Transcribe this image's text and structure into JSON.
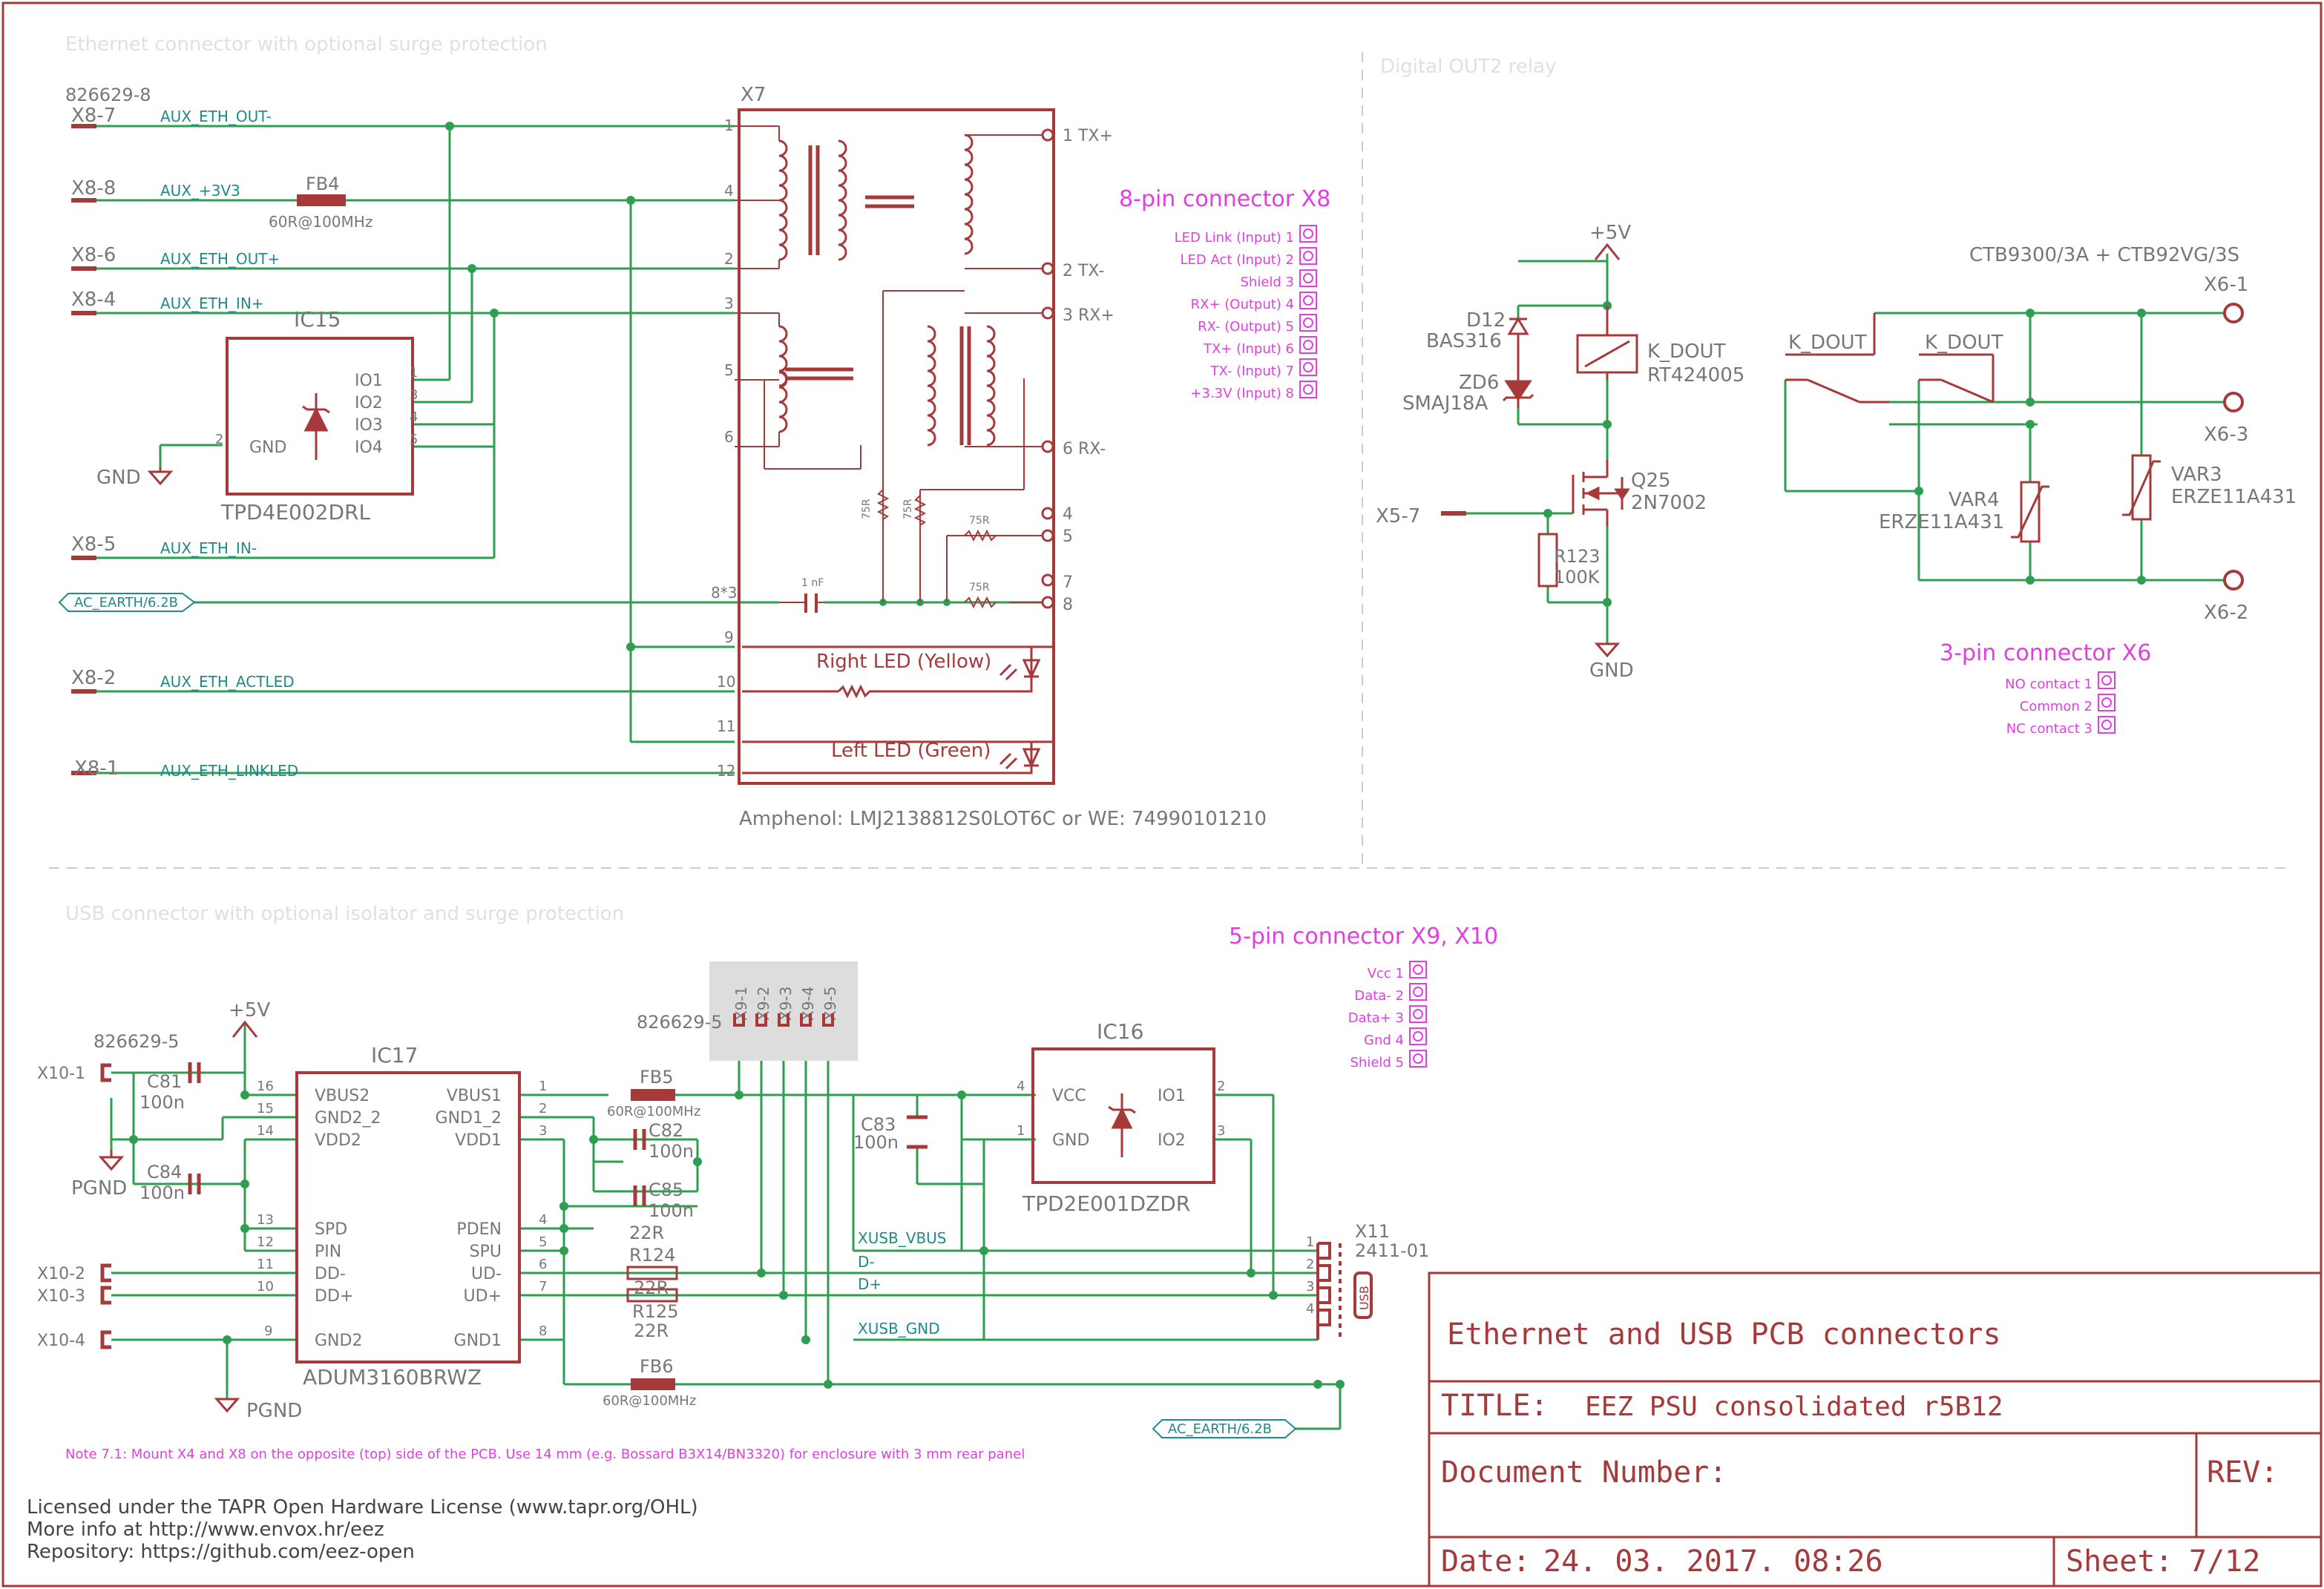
{
  "sheet": {
    "sections": {
      "ethernet": "Ethernet connector with optional surge protection",
      "relay": "Digital OUT2 relay",
      "usb": "USB connector with optional isolator and surge protection"
    },
    "title_block": {
      "title": "Ethernet and USB PCB connectors",
      "title_label": "TITLE:",
      "title_value": "EEZ PSU consolidated r5B12",
      "docnum_label": "Document Number:",
      "rev_label": "REV:",
      "date_label": "Date:",
      "date_value": "24. 03. 2017. 08:26",
      "sheet_label": "Sheet:",
      "sheet_value": "7/12"
    },
    "license": [
      "Licensed under the TAPR Open Hardware License (www.tapr.org/OHL)",
      "More info at http://www.envox.hr/eez",
      "Repository: https://github.com/eez-open"
    ],
    "note": "Note 7.1: Mount X4 and X8 on the opposite (top) side of the PCB. Use 14 mm (e.g. Bossard B3X14/BN3320) for enclosure with 3 mm rear panel"
  },
  "ethernet": {
    "part_826629_8": "826629-8",
    "x7": {
      "ref": "X7",
      "mfr": "Amphenol: LMJ2138812S0LOT6C or WE: 74990101210"
    },
    "pins": {
      "p1": "1",
      "p4": "4",
      "p2": "2",
      "p3": "3",
      "p5": "5",
      "p6": "6",
      "p8s3": "8*3",
      "p9": "9",
      "p10": "10",
      "p11": "11",
      "p12": "12",
      "o1": "1 TX+",
      "o2": "2 TX-",
      "o3": "3 RX+",
      "o6": "6 RX-",
      "o4": "4",
      "o5": "5",
      "o7": "7",
      "o8": "8"
    },
    "connectors": {
      "x8_7": "X8-7",
      "x8_8": "X8-8",
      "x8_6": "X8-6",
      "x8_4": "X8-4",
      "x8_5": "X8-5",
      "x8_2": "X8-2",
      "x8_1": "X8-1"
    },
    "nets": {
      "out_n": "AUX_ETH_OUT-",
      "v33": "AUX_+3V3",
      "out_p": "AUX_ETH_OUT+",
      "in_p": "AUX_ETH_IN+",
      "in_n": "AUX_ETH_IN-",
      "act": "AUX_ETH_ACTLED",
      "link": "AUX_ETH_LINKLED",
      "ac_earth": "AC_EARTH/6.2B"
    },
    "fb4": {
      "ref": "FB4",
      "value": "60R@100MHz"
    },
    "ic15": {
      "ref": "IC15",
      "part": "TPD4E002DRL",
      "io1": "IO1",
      "io2": "IO2",
      "io3": "IO3",
      "io4": "IO4",
      "gnd": "GND",
      "p1": "1",
      "p2": "2",
      "p3": "3",
      "p4": "4",
      "p5": "5"
    },
    "gnd": "GND",
    "r75a": "75R",
    "r75b": "75R",
    "r75c": "75R",
    "r75d": "75R",
    "cap_1nf": "1 nF",
    "right_led": "Right LED (Yellow)",
    "left_led": "Left LED (Green)",
    "x8_legend": {
      "title": "8-pin connector X8",
      "items": [
        "LED Link (Input) 1",
        "LED Act (Input) 2",
        "Shield 3",
        "RX+ (Output) 4",
        "RX- (Output) 5",
        "TX+ (Input) 6",
        "TX- (Input) 7",
        "+3.3V (Input) 8"
      ]
    }
  },
  "relay": {
    "v5": "+5V",
    "d12": {
      "ref": "D12",
      "part": "BAS316"
    },
    "zd6": {
      "ref": "ZD6",
      "part": "SMAJ18A"
    },
    "k": {
      "ref": "K_DOUT",
      "part": "RT424005"
    },
    "q25": {
      "ref": "Q25",
      "part": "2N7002"
    },
    "r123": {
      "ref": "R123",
      "value": "100K"
    },
    "x5_7": "X5-7",
    "gnd": "GND",
    "ctb": "CTB9300/3A + CTB92VG/3S",
    "kdout1": "K_DOUT",
    "kdout2": "K_DOUT",
    "x6_1": "X6-1",
    "x6_3": "X6-3",
    "x6_2": "X6-2",
    "var3": {
      "ref": "VAR3",
      "part": "ERZE11A431"
    },
    "var4": {
      "ref": "VAR4",
      "part": "ERZE11A431"
    },
    "x6_legend": {
      "title": "3-pin connector X6",
      "items": [
        "NO contact 1",
        "Common 2",
        "NC contact 3"
      ]
    }
  },
  "usb": {
    "part_826629_5a": "826629-5",
    "part_826629_5b": "826629-5",
    "v5": "+5V",
    "pgnd1": "PGND",
    "pgnd2": "PGND",
    "x10_1": "X10-1",
    "x10_2": "X10-2",
    "x10_3": "X10-3",
    "x10_4": "X10-4",
    "x9": [
      "X9-1",
      "X9-2",
      "X9-3",
      "X9-4",
      "X9-5"
    ],
    "c81": {
      "ref": "C81",
      "value": "100n"
    },
    "c84": {
      "ref": "C84",
      "value": "100n"
    },
    "c82": {
      "ref": "C82",
      "value": "100n"
    },
    "c85": {
      "ref": "C85",
      "value": "100n"
    },
    "c83": {
      "ref": "C83",
      "value": "100n"
    },
    "ic17": {
      "ref": "IC17",
      "part": "ADUM3160BRWZ",
      "l": [
        "VBUS2",
        "GND2_2",
        "VDD2",
        "SPD",
        "PIN",
        "DD-",
        "DD+",
        "GND2"
      ],
      "r": [
        "VBUS1",
        "GND1_2",
        "VDD1",
        "PDEN",
        "SPU",
        "UD-",
        "UD+",
        "GND1"
      ],
      "lp": [
        "16",
        "15",
        "14",
        "13",
        "12",
        "11",
        "10",
        "9"
      ],
      "rp": [
        "1",
        "2",
        "3",
        "4",
        "5",
        "6",
        "7",
        "8"
      ]
    },
    "fb5": {
      "ref": "FB5",
      "value": "60R@100MHz"
    },
    "fb6": {
      "ref": "FB6",
      "value": "60R@100MHz"
    },
    "r124": {
      "ref": "R124",
      "value": "22R"
    },
    "r125": {
      "ref": "R125",
      "value": "22R"
    },
    "r22": "22R",
    "ic16": {
      "ref": "IC16",
      "part": "TPD2E001DZDR",
      "vcc": "VCC",
      "gnd": "GND",
      "io1": "IO1",
      "io2": "IO2",
      "p1": "1",
      "p2": "2",
      "p3": "3",
      "p4": "4"
    },
    "nets": {
      "vbus": "XUSB_VBUS",
      "dm": "D-",
      "dp": "D+",
      "gnd": "XUSB_GND",
      "ac_earth": "AC_EARTH/6.2B"
    },
    "x11": {
      "ref": "X11",
      "part": "2411-01",
      "usb": "USB",
      "p1": "1",
      "p2": "2",
      "p3": "3",
      "p4": "4"
    },
    "x9_legend": {
      "title": "5-pin connector X9, X10",
      "items": [
        "Vcc 1",
        "Data- 2",
        "Data+ 3",
        "Gnd 4",
        "Shield 5"
      ]
    }
  }
}
